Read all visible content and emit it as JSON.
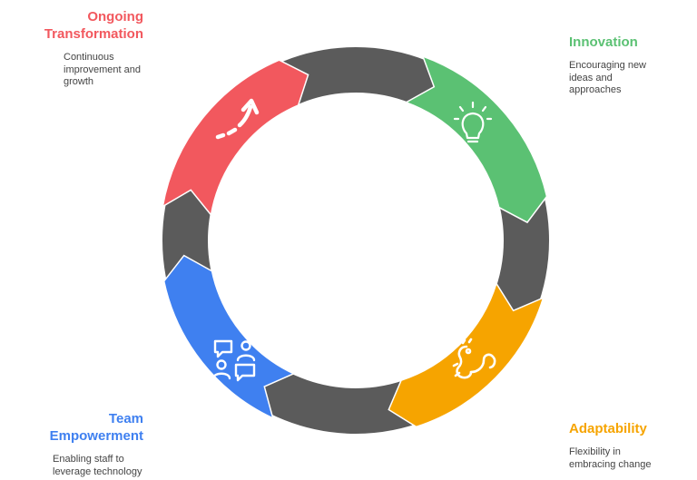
{
  "colors": {
    "ring": "#5b5b5b",
    "ongoing": "#f2585e",
    "innovation": "#5bc173",
    "team": "#3f80f0",
    "adaptability": "#f6a400"
  },
  "items": {
    "ongoing": {
      "title": "Ongoing Transformation",
      "title_lines": [
        "Ongoing",
        "Transformation"
      ],
      "description_lines": [
        "Continuous",
        "improvement and",
        "growth"
      ],
      "icon": "trend-arrow-icon"
    },
    "innovation": {
      "title": "Innovation",
      "description_lines": [
        "Encouraging new",
        "ideas and",
        "approaches"
      ],
      "icon": "lightbulb-icon"
    },
    "team": {
      "title": "Team Empowerment",
      "title_lines": [
        "Team",
        "Empowerment"
      ],
      "description_lines": [
        "Enabling staff to",
        "leverage technology"
      ],
      "icon": "team-chat-icon"
    },
    "adaptability": {
      "title": "Adaptability",
      "description_lines": [
        "Flexibility in",
        "embracing change"
      ],
      "icon": "chameleon-icon"
    }
  }
}
